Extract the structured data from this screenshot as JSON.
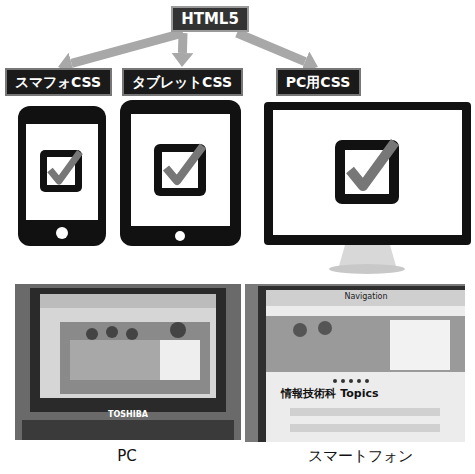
{
  "diagram": {
    "nodes": [
      {
        "text": [
          "HTML5"
        ]
      },
      {
        "text": [
          "スマフォCSS"
        ]
      },
      {
        "text": [
          "タブレットCSS"
        ]
      },
      {
        "text": [
          "PC用CSS"
        ]
      }
    ],
    "edges": [
      {
        "from": 0,
        "to": 1,
        "arrow": "to"
      },
      {
        "from": 0,
        "to": 2,
        "arrow": "to"
      },
      {
        "from": 0,
        "to": 3,
        "arrow": "to"
      }
    ],
    "labels": [
      "TOSHIBA",
      "Navigation",
      "情報技術科 Topics",
      "PC",
      "スマートフォン"
    ]
  }
}
